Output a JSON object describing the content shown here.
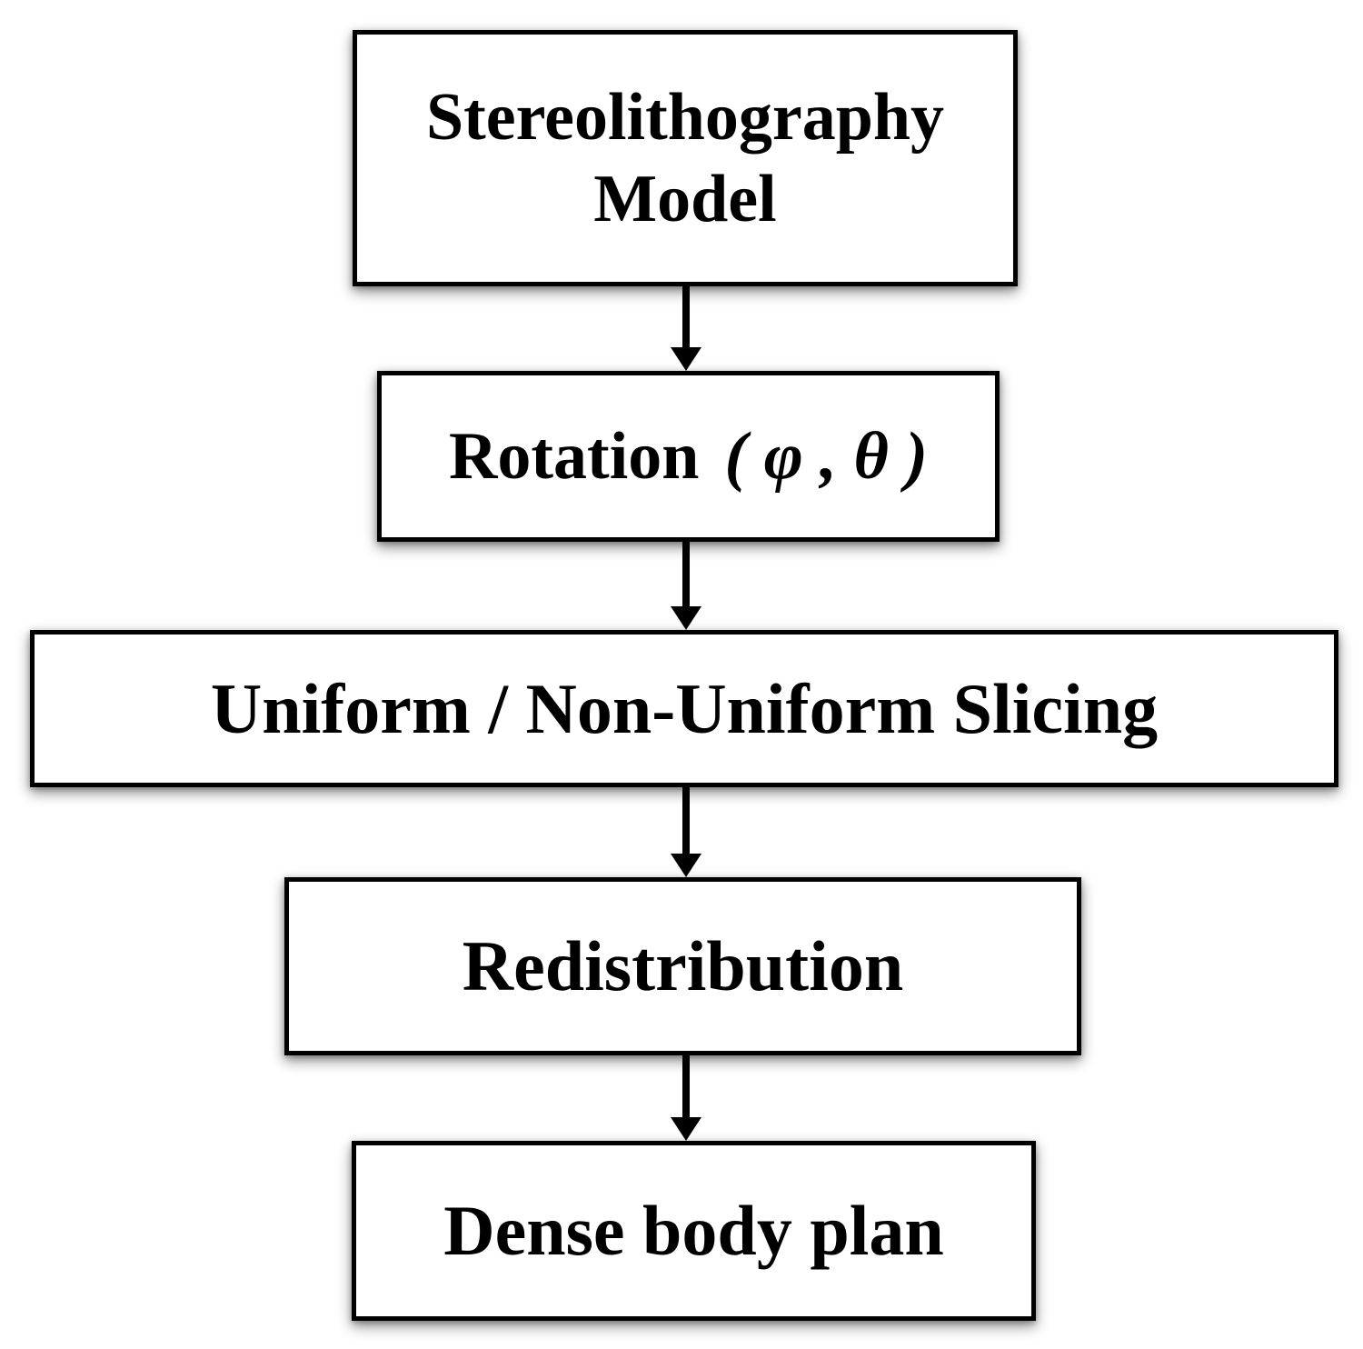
{
  "diagram": {
    "type": "flowchart",
    "direction": "top-down",
    "nodes": [
      {
        "id": "stereolithography-model",
        "lines": [
          "Stereolithography",
          "Model"
        ]
      },
      {
        "id": "rotation",
        "text": "Rotation",
        "math": "( φ , θ )"
      },
      {
        "id": "uniform-non-uniform-slicing",
        "label": "Uniform / Non-Uniform Slicing"
      },
      {
        "id": "redistribution",
        "label": "Redistribution"
      },
      {
        "id": "dense-body-plan",
        "label": "Dense body plan"
      }
    ],
    "edges": [
      {
        "from": "stereolithography-model",
        "to": "rotation",
        "style": "arrow-down"
      },
      {
        "from": "rotation",
        "to": "uniform-non-uniform-slicing",
        "style": "arrow-down"
      },
      {
        "from": "uniform-non-uniform-slicing",
        "to": "redistribution",
        "style": "arrow-down"
      },
      {
        "from": "redistribution",
        "to": "dense-body-plan",
        "style": "arrow-down"
      }
    ],
    "colors": {
      "background": "#ffffff",
      "node_fill": "#ffffff",
      "node_border": "#000000",
      "text": "#000000",
      "arrow": "#000000"
    }
  }
}
